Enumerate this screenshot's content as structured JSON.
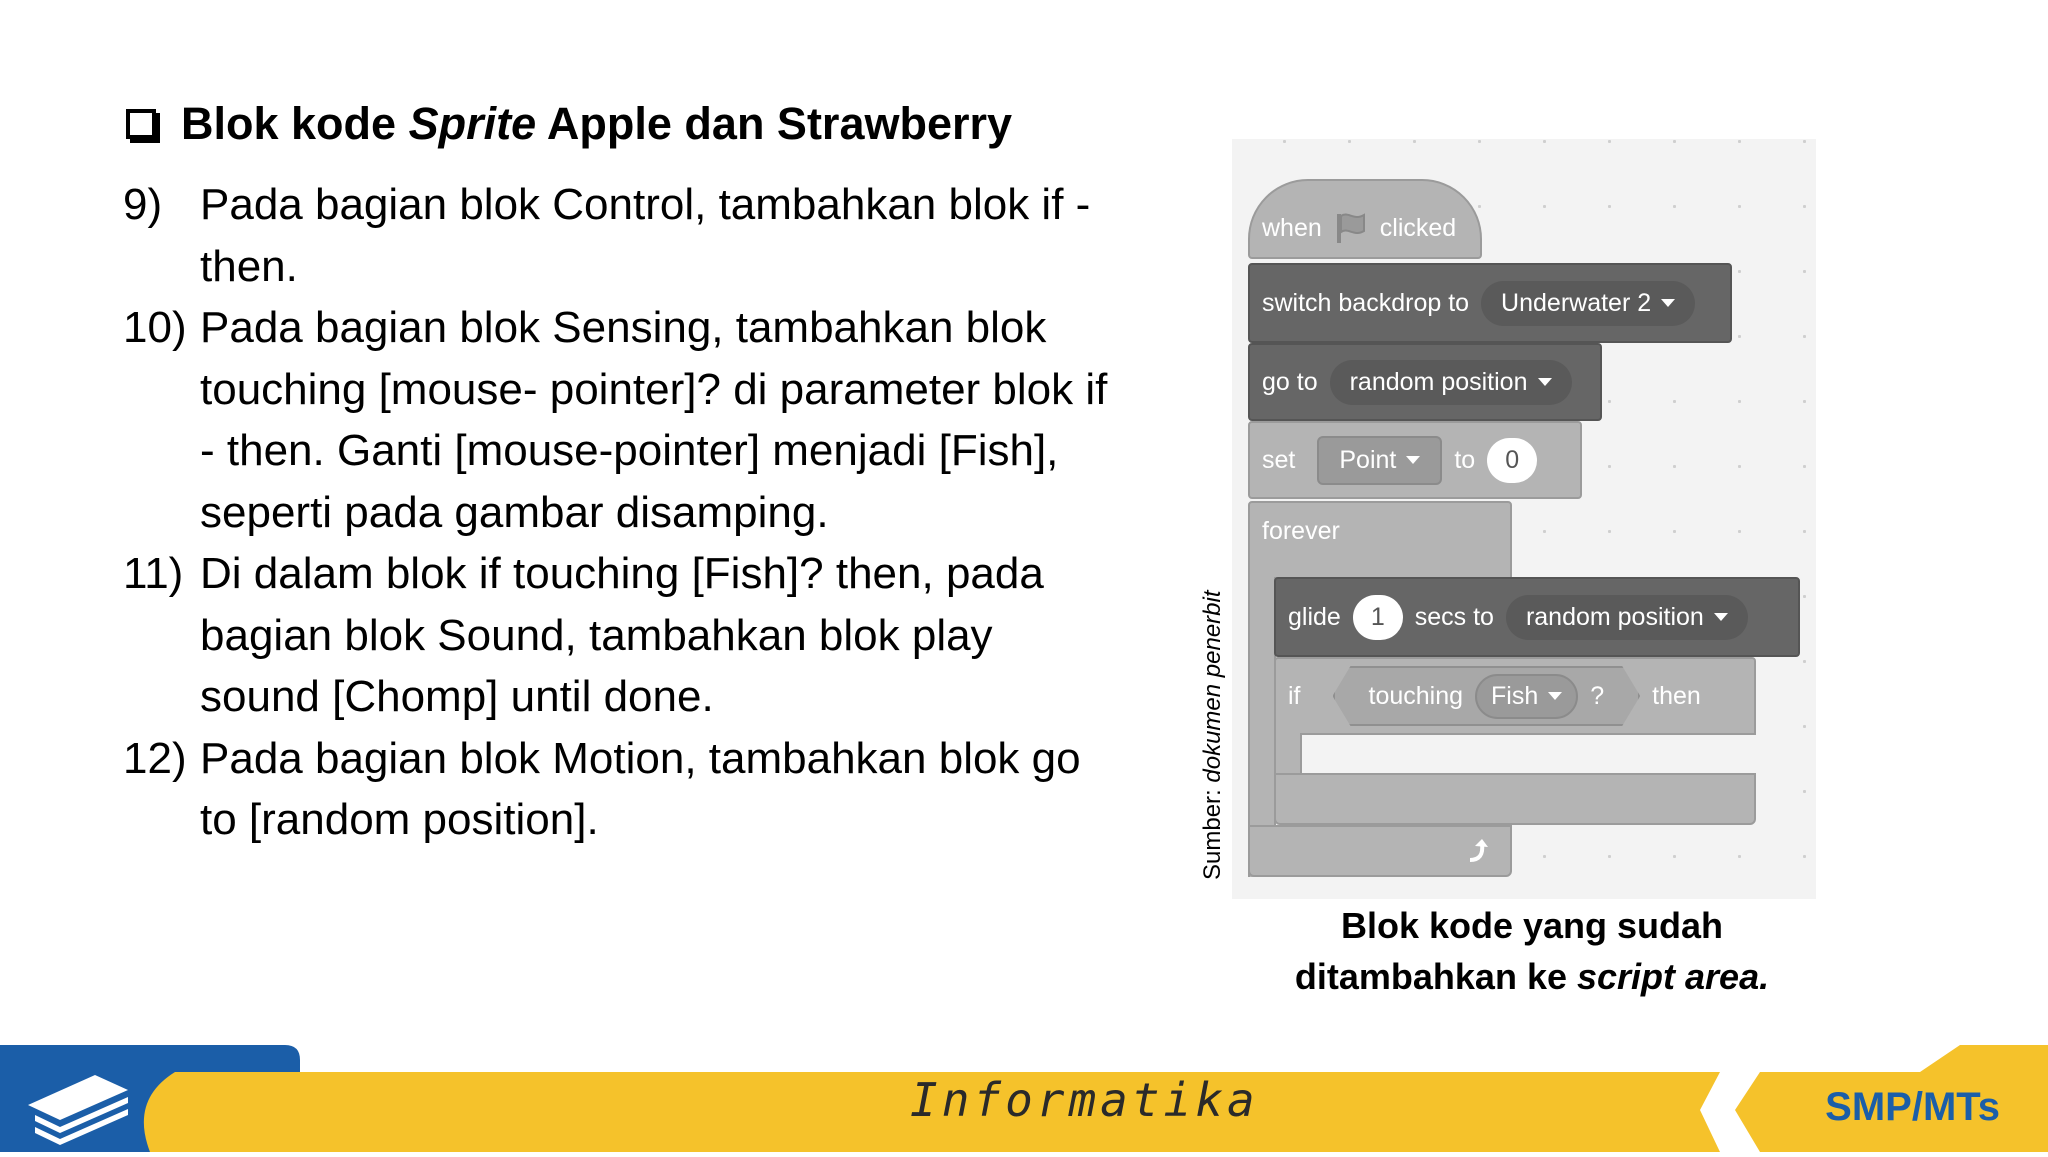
{
  "heading": {
    "part1": "Blok kode ",
    "italic": "Sprite",
    "part2": " Apple dan Strawberry"
  },
  "steps": [
    {
      "num": "9)",
      "text": "Pada bagian blok Control, tambahkan blok if - then."
    },
    {
      "num": "10)",
      "text": "Pada bagian blok Sensing, tambahkan blok touching [mouse- pointer]? di parameter blok if - then. Ganti [mouse-pointer] menjadi [Fish], seperti pada gambar disamping."
    },
    {
      "num": "11)",
      "text": "Di dalam blok if touching [Fish]? then, pada bagian blok Sound, tambahkan blok play sound [Chomp] until done."
    },
    {
      "num": "12)",
      "text": "Pada bagian blok Motion, tambahkan blok go to [random position]."
    }
  ],
  "credit": {
    "prefix": "Sumber: ",
    "source": "dokumen penerbit"
  },
  "scratch": {
    "when": "when",
    "clicked": "clicked",
    "switch_backdrop": "switch backdrop to",
    "backdrop_value": "Underwater 2",
    "go_to": "go to",
    "go_to_value": "random position",
    "set": "set",
    "set_var": "Point",
    "to": "to",
    "set_value": "0",
    "forever": "forever",
    "glide": "glide",
    "glide_secs": "1",
    "secs_to": "secs to",
    "glide_target": "random position",
    "if": "if",
    "touching": "touching",
    "touching_value": "Fish",
    "question": "?",
    "then": "then"
  },
  "caption": {
    "line1": "Blok kode yang sudah",
    "line2_prefix": "ditambahkan ke ",
    "line2_italic": "script area."
  },
  "footer": {
    "title": "Informatika",
    "level": "SMP/MTs",
    "colors": {
      "yellow": "#f5c22b",
      "blue": "#1b5ea8"
    }
  }
}
